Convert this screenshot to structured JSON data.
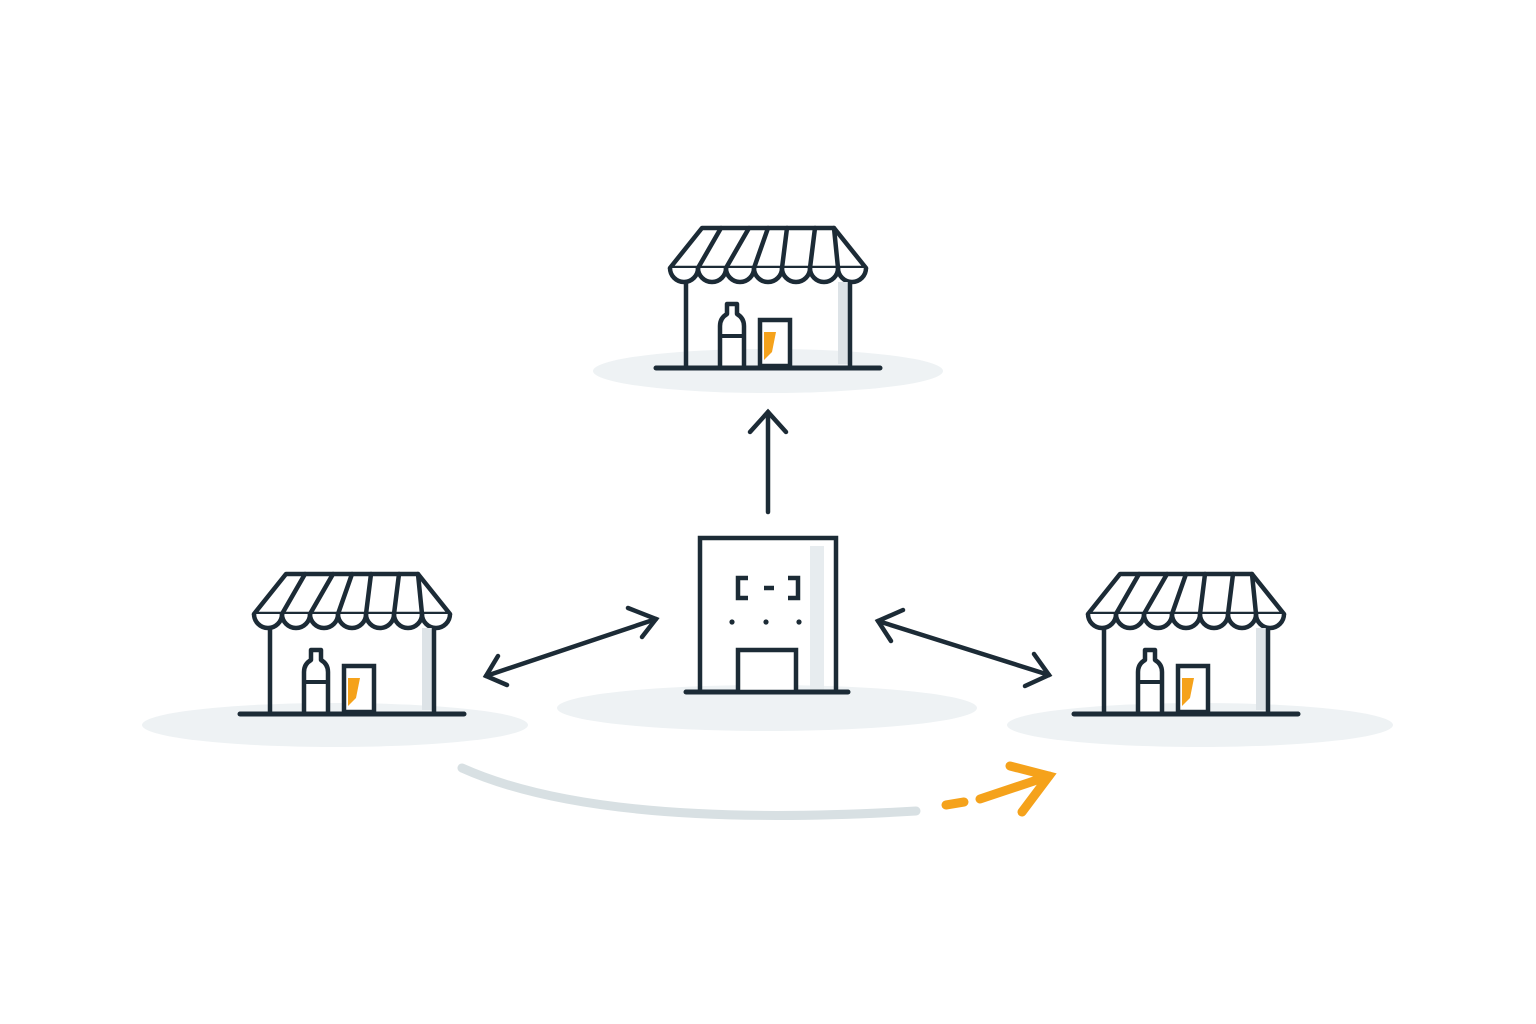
{
  "colors": {
    "background": "#ffffff",
    "stroke": "#1c2b36",
    "accent": "#f5a21b",
    "shadow": "#eef2f4",
    "wall_shade": "#dde3e7",
    "trail": "#d8e0e3"
  },
  "nodes": [
    {
      "id": "store-top",
      "kind": "store",
      "icon": "storefront-icon"
    },
    {
      "id": "store-left",
      "kind": "store",
      "icon": "storefront-icon"
    },
    {
      "id": "warehouse-center",
      "kind": "warehouse",
      "icon": "warehouse-building-icon"
    },
    {
      "id": "store-right",
      "kind": "store",
      "icon": "storefront-icon"
    }
  ],
  "connections": [
    {
      "id": "center-to-top",
      "from": "warehouse-center",
      "to": "store-top",
      "direction": "one-way"
    },
    {
      "id": "center-to-left",
      "from": "warehouse-center",
      "to": "store-left",
      "direction": "two-way"
    },
    {
      "id": "center-to-right",
      "from": "warehouse-center",
      "to": "store-right",
      "direction": "two-way"
    },
    {
      "id": "left-to-right",
      "from": "store-left",
      "to": "store-right",
      "direction": "one-way",
      "style": "curved-accent"
    }
  ]
}
